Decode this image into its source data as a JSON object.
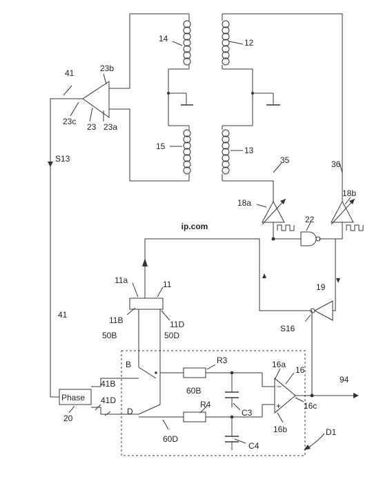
{
  "watermark": {
    "text": "ip.com",
    "color": "#f2d4d2"
  },
  "labels": {
    "l41_top": "41",
    "l23b": "23b",
    "l23c": "23c",
    "l23": "23",
    "l23a": "23a",
    "l14": "14",
    "l12": "12",
    "l15": "15",
    "l13": "13",
    "lS13": "S13",
    "l35": "35",
    "l36": "36",
    "l18a": "18a",
    "l18b": "18b",
    "l22": "22",
    "l11a": "11a",
    "l11": "11",
    "l19": "19",
    "l41_mid": "41",
    "l11B": "11B",
    "l11D": "11D",
    "l50B": "50B",
    "l50D": "50D",
    "lS16": "S16",
    "lB": "B",
    "lR3": "R3",
    "l16a": "16a",
    "l16": "16",
    "l94": "94",
    "l41B": "41B",
    "l41D": "41D",
    "lPhase": "Phase",
    "l60B": "60B",
    "lC3": "C3",
    "lR4": "R4",
    "l16c": "16c",
    "lD": "D",
    "l20": "20",
    "l16b": "16b",
    "l60D": "60D",
    "lC4": "C4",
    "lD1": "D1",
    "plus": "+",
    "minus": "−"
  }
}
